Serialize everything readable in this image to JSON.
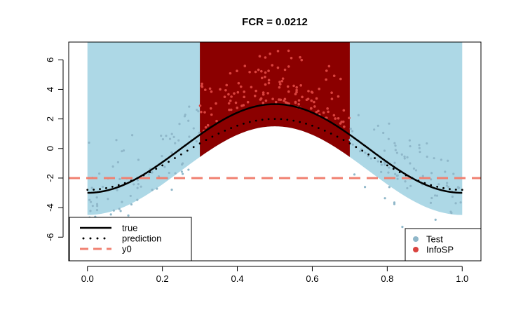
{
  "chart_data": {
    "type": "scatter",
    "title": "FCR =  0.0212",
    "xlabel": "",
    "ylabel": "",
    "xlim": [
      -0.05,
      1.05
    ],
    "ylim": [
      -7.6,
      7.2
    ],
    "x_ticks": [
      0.0,
      0.2,
      0.4,
      0.6,
      0.8,
      1.0
    ],
    "x_tick_labels": [
      "0.0",
      "0.2",
      "0.4",
      "0.6",
      "0.8",
      "1.0"
    ],
    "y_ticks": [
      -6,
      -4,
      -2,
      0,
      2,
      4,
      6
    ],
    "y_tick_labels": [
      "-6",
      "-4",
      "-2",
      "0",
      "2",
      "4",
      "6"
    ],
    "y0": -2,
    "selected_x_range": [
      0.3,
      0.7
    ],
    "band_top": 7.2,
    "band_lower_offset": -1.5,
    "prediction_amplitude": 0.8,
    "prediction_offset": 0.4,
    "colors": {
      "band": "#add8e6",
      "selected_band": "#8b0000",
      "test_points": "#8fb7c9",
      "infosp_points": "#d9433f",
      "true_line": "#000000",
      "prediction": "#000000",
      "y0_line": "#f08070"
    },
    "legend_left": {
      "position": "bottom-left",
      "entries": [
        {
          "label": "true",
          "style": "solid"
        },
        {
          "label": "prediction",
          "style": "dotted"
        },
        {
          "label": "y0",
          "style": "dashed"
        }
      ]
    },
    "legend_right": {
      "position": "bottom-right",
      "entries": [
        {
          "label": "Test",
          "marker": "dot-blue"
        },
        {
          "label": "InfoSP",
          "marker": "dot-red"
        }
      ]
    },
    "series": [
      {
        "name": "true",
        "function": "-3*cos(2*pi*x)",
        "x_range": [
          0,
          1
        ]
      },
      {
        "name": "prediction",
        "function": "-0.8*(3*cos(2*pi*x)) - 0.4",
        "x_range": [
          0,
          1
        ]
      },
      {
        "name": "y0",
        "value": -2
      }
    ],
    "points": {
      "test_count": 300,
      "infosp_count": 140,
      "noise_sd": 1.6
    },
    "grid": false
  }
}
